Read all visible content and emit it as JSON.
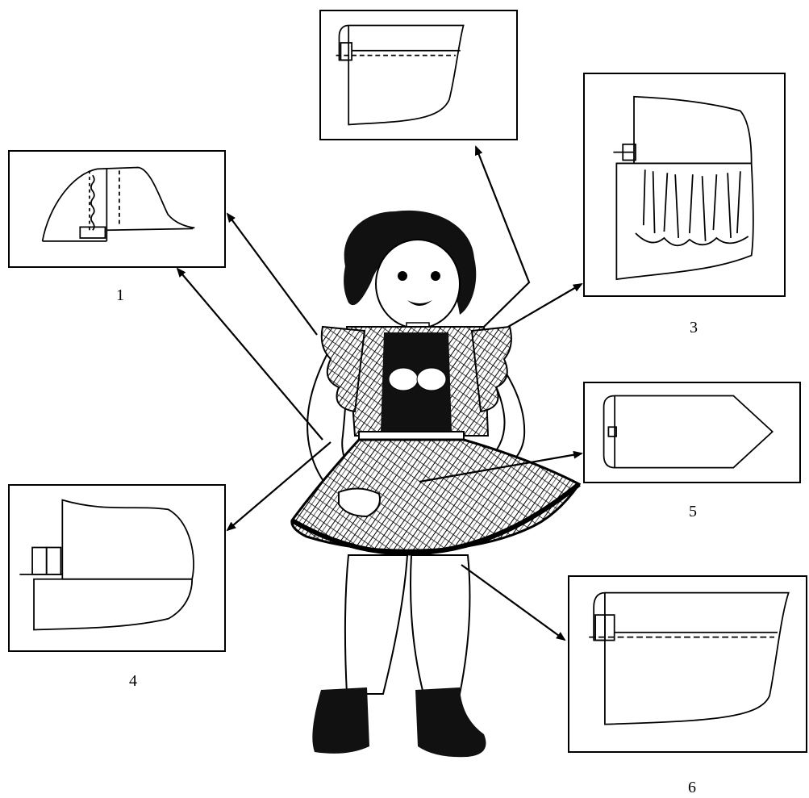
{
  "diagram": {
    "labels": {
      "detail1": "1",
      "detail3": "3",
      "detail4": "4",
      "detail5": "5",
      "detail6": "6"
    }
  },
  "colors": {
    "ink": "#000000",
    "paper": "#ffffff"
  },
  "icons": [
    "child-figure-illustration",
    "arrow-icon"
  ]
}
